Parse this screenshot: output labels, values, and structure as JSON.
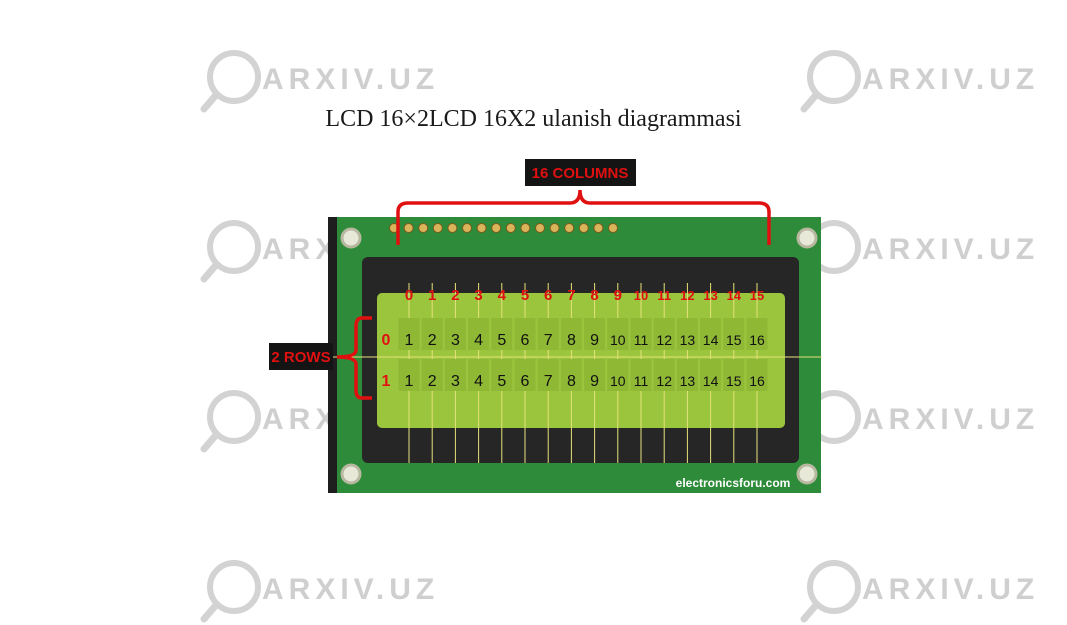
{
  "title": "LCD 16×2LCD 16X2 ulanish diagrammasi",
  "watermark": "ARXIV.UZ",
  "diagram": {
    "columns_label": "16 COLUMNS",
    "rows_label": "2 ROWS",
    "column_indices": [
      "0",
      "1",
      "2",
      "3",
      "4",
      "5",
      "6",
      "7",
      "8",
      "9",
      "10",
      "11",
      "12",
      "13",
      "14",
      "15"
    ],
    "row_indices": [
      "0",
      "1"
    ],
    "cell_numbers": [
      "1",
      "2",
      "3",
      "4",
      "5",
      "6",
      "7",
      "8",
      "9",
      "10",
      "11",
      "12",
      "13",
      "14",
      "15",
      "16"
    ],
    "credit": "electronicsforu.com",
    "pin_count": 16
  },
  "colors": {
    "pcb": "#2e8b3a",
    "bezel": "#262626",
    "screen": "#9bc53d",
    "annotation": "#e01010",
    "watermark": "#cfcfcf"
  }
}
